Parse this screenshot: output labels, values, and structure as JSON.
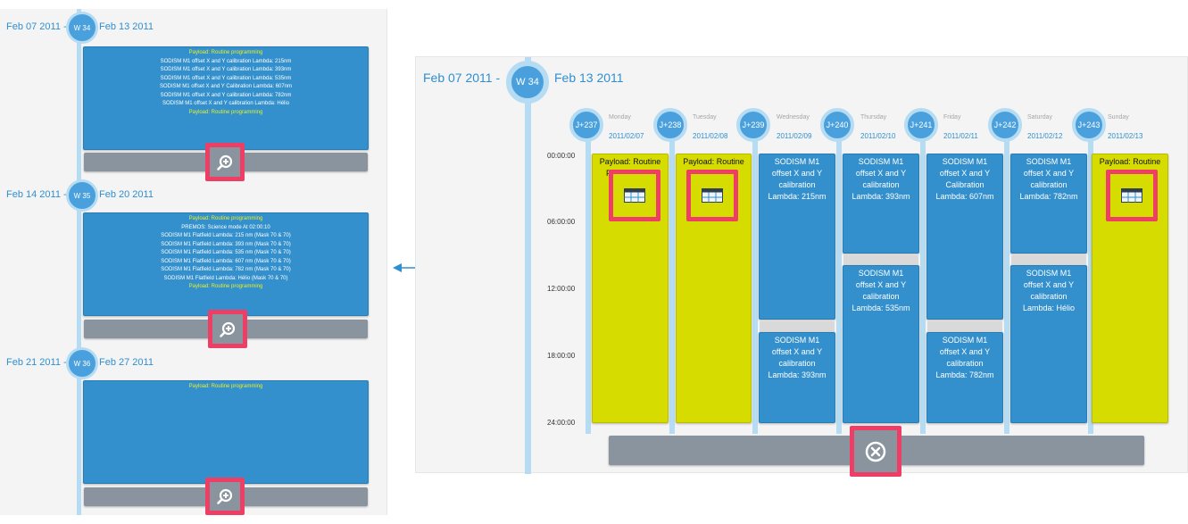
{
  "overview": {
    "weeks": [
      {
        "start": "Feb 07 2011",
        "badge": "W 34",
        "end": "Feb 13 2011",
        "lines": [
          {
            "text": "Payload: Routine programming",
            "highlight": true
          },
          {
            "text": "SODISM M1 offset X and Y calibration Lambda: 215nm",
            "highlight": false
          },
          {
            "text": "SODISM M1 offset X and Y calibration Lambda: 393nm",
            "highlight": false
          },
          {
            "text": "SODISM M1 offset X and Y calibration Lambda: 535nm",
            "highlight": false
          },
          {
            "text": "SODISM M1 offset X and Y Calibration Lambda: 607nm",
            "highlight": false
          },
          {
            "text": "SODISM M1 offset X and Y calibration Lambda: 782nm",
            "highlight": false
          },
          {
            "text": "SODISM M1 offset X and Y calibration Lambda: Hélio",
            "highlight": false
          },
          {
            "text": "Payload: Routine programming",
            "highlight": true
          }
        ]
      },
      {
        "start": "Feb 14 2011",
        "badge": "W 35",
        "end": "Feb 20 2011",
        "lines": [
          {
            "text": "Payload: Routine programming",
            "highlight": true
          },
          {
            "text": "PREMOS: Science mode At 02:00:10",
            "highlight": false
          },
          {
            "text": "SODISM M1 Flatfield Lambda: 215 nm (Mask 70 & 70)",
            "highlight": false
          },
          {
            "text": "SODISM M1 Flatfield Lambda: 393 nm (Mask 70 & 70)",
            "highlight": false
          },
          {
            "text": "SODISM M1 Flatfield Lambda: 535 nm (Mask 70 & 70)",
            "highlight": false
          },
          {
            "text": "SODISM M1 Flatfield Lambda: 607 nm (Mask 70 & 70)",
            "highlight": false
          },
          {
            "text": "SODISM M1 Flatfield Lambda: 782 nm (Mask 70 & 70)",
            "highlight": false
          },
          {
            "text": "SODISM M1 Flatfield Lambda: Hélio (Mask 70 & 70)",
            "highlight": false
          },
          {
            "text": "Payload: Routine programming",
            "highlight": true
          }
        ]
      },
      {
        "start": "Feb 21 2011",
        "badge": "W 36",
        "end": "Feb 27 2011",
        "lines": [
          {
            "text": "Payload: Routine programming",
            "highlight": true
          }
        ]
      }
    ],
    "zoom_icon": "zoom-in-icon"
  },
  "detail": {
    "start": "Feb 07 2011",
    "badge": "W 34",
    "end": "Feb 13 2011",
    "hours": [
      "00:00:00",
      "06:00:00",
      "12:00:00",
      "18:00:00",
      "24:00:00"
    ],
    "days": [
      {
        "badge": "J+237",
        "name": "Monday",
        "date": "2011/02/07"
      },
      {
        "badge": "J+238",
        "name": "Tuesday",
        "date": "2011/02/08"
      },
      {
        "badge": "J+239",
        "name": "Wednesday",
        "date": "2011/02/09"
      },
      {
        "badge": "J+240",
        "name": "Thursday",
        "date": "2011/02/10"
      },
      {
        "badge": "J+241",
        "name": "Friday",
        "date": "2011/02/11"
      },
      {
        "badge": "J+242",
        "name": "Saturday",
        "date": "2011/02/12"
      },
      {
        "badge": "J+243",
        "name": "Sunday",
        "date": "2011/02/13"
      }
    ],
    "events": {
      "mon": [
        "Payload: Routine",
        "Programming"
      ],
      "tue": [
        "Payload: Routine",
        "Programming"
      ],
      "wed1": [
        "SODISM M1",
        "offset X and Y",
        "calibration",
        "Lambda: 215nm"
      ],
      "wed2": [
        "SODISM M1",
        "offset X and Y",
        "calibration",
        "Lambda: 393nm"
      ],
      "thu1": [
        "SODISM M1",
        "offset X and Y",
        "calibration",
        "Lambda: 393nm"
      ],
      "thu2": [
        "SODISM M1",
        "offset X and Y",
        "calibration",
        "Lambda: 535nm"
      ],
      "fri1": [
        "SODISM M1",
        "offset X and Y",
        "Calibration",
        "Lambda: 607nm"
      ],
      "fri2": [
        "SODISM M1",
        "offset X and Y",
        "calibration",
        "Lambda: 782nm"
      ],
      "sat1": [
        "SODISM M1",
        "offset X and Y",
        "calibration",
        "Lambda: 782nm"
      ],
      "sat2": [
        "SODISM M1",
        "offset X and Y",
        "calibration",
        "Lambda: Hélio"
      ],
      "sun": [
        "Payload: Routine",
        "Programming"
      ]
    },
    "table_icon": "table-icon",
    "close_icon": "close-circle-icon"
  },
  "connector_icon": "double-arrow-icon",
  "colors": {
    "accent": "#2f8fd0",
    "event_blue": "#3390cc",
    "event_yellow": "#d7dc00",
    "highlight_box": "#ee3e66",
    "bar_gray": "#8a949e"
  }
}
